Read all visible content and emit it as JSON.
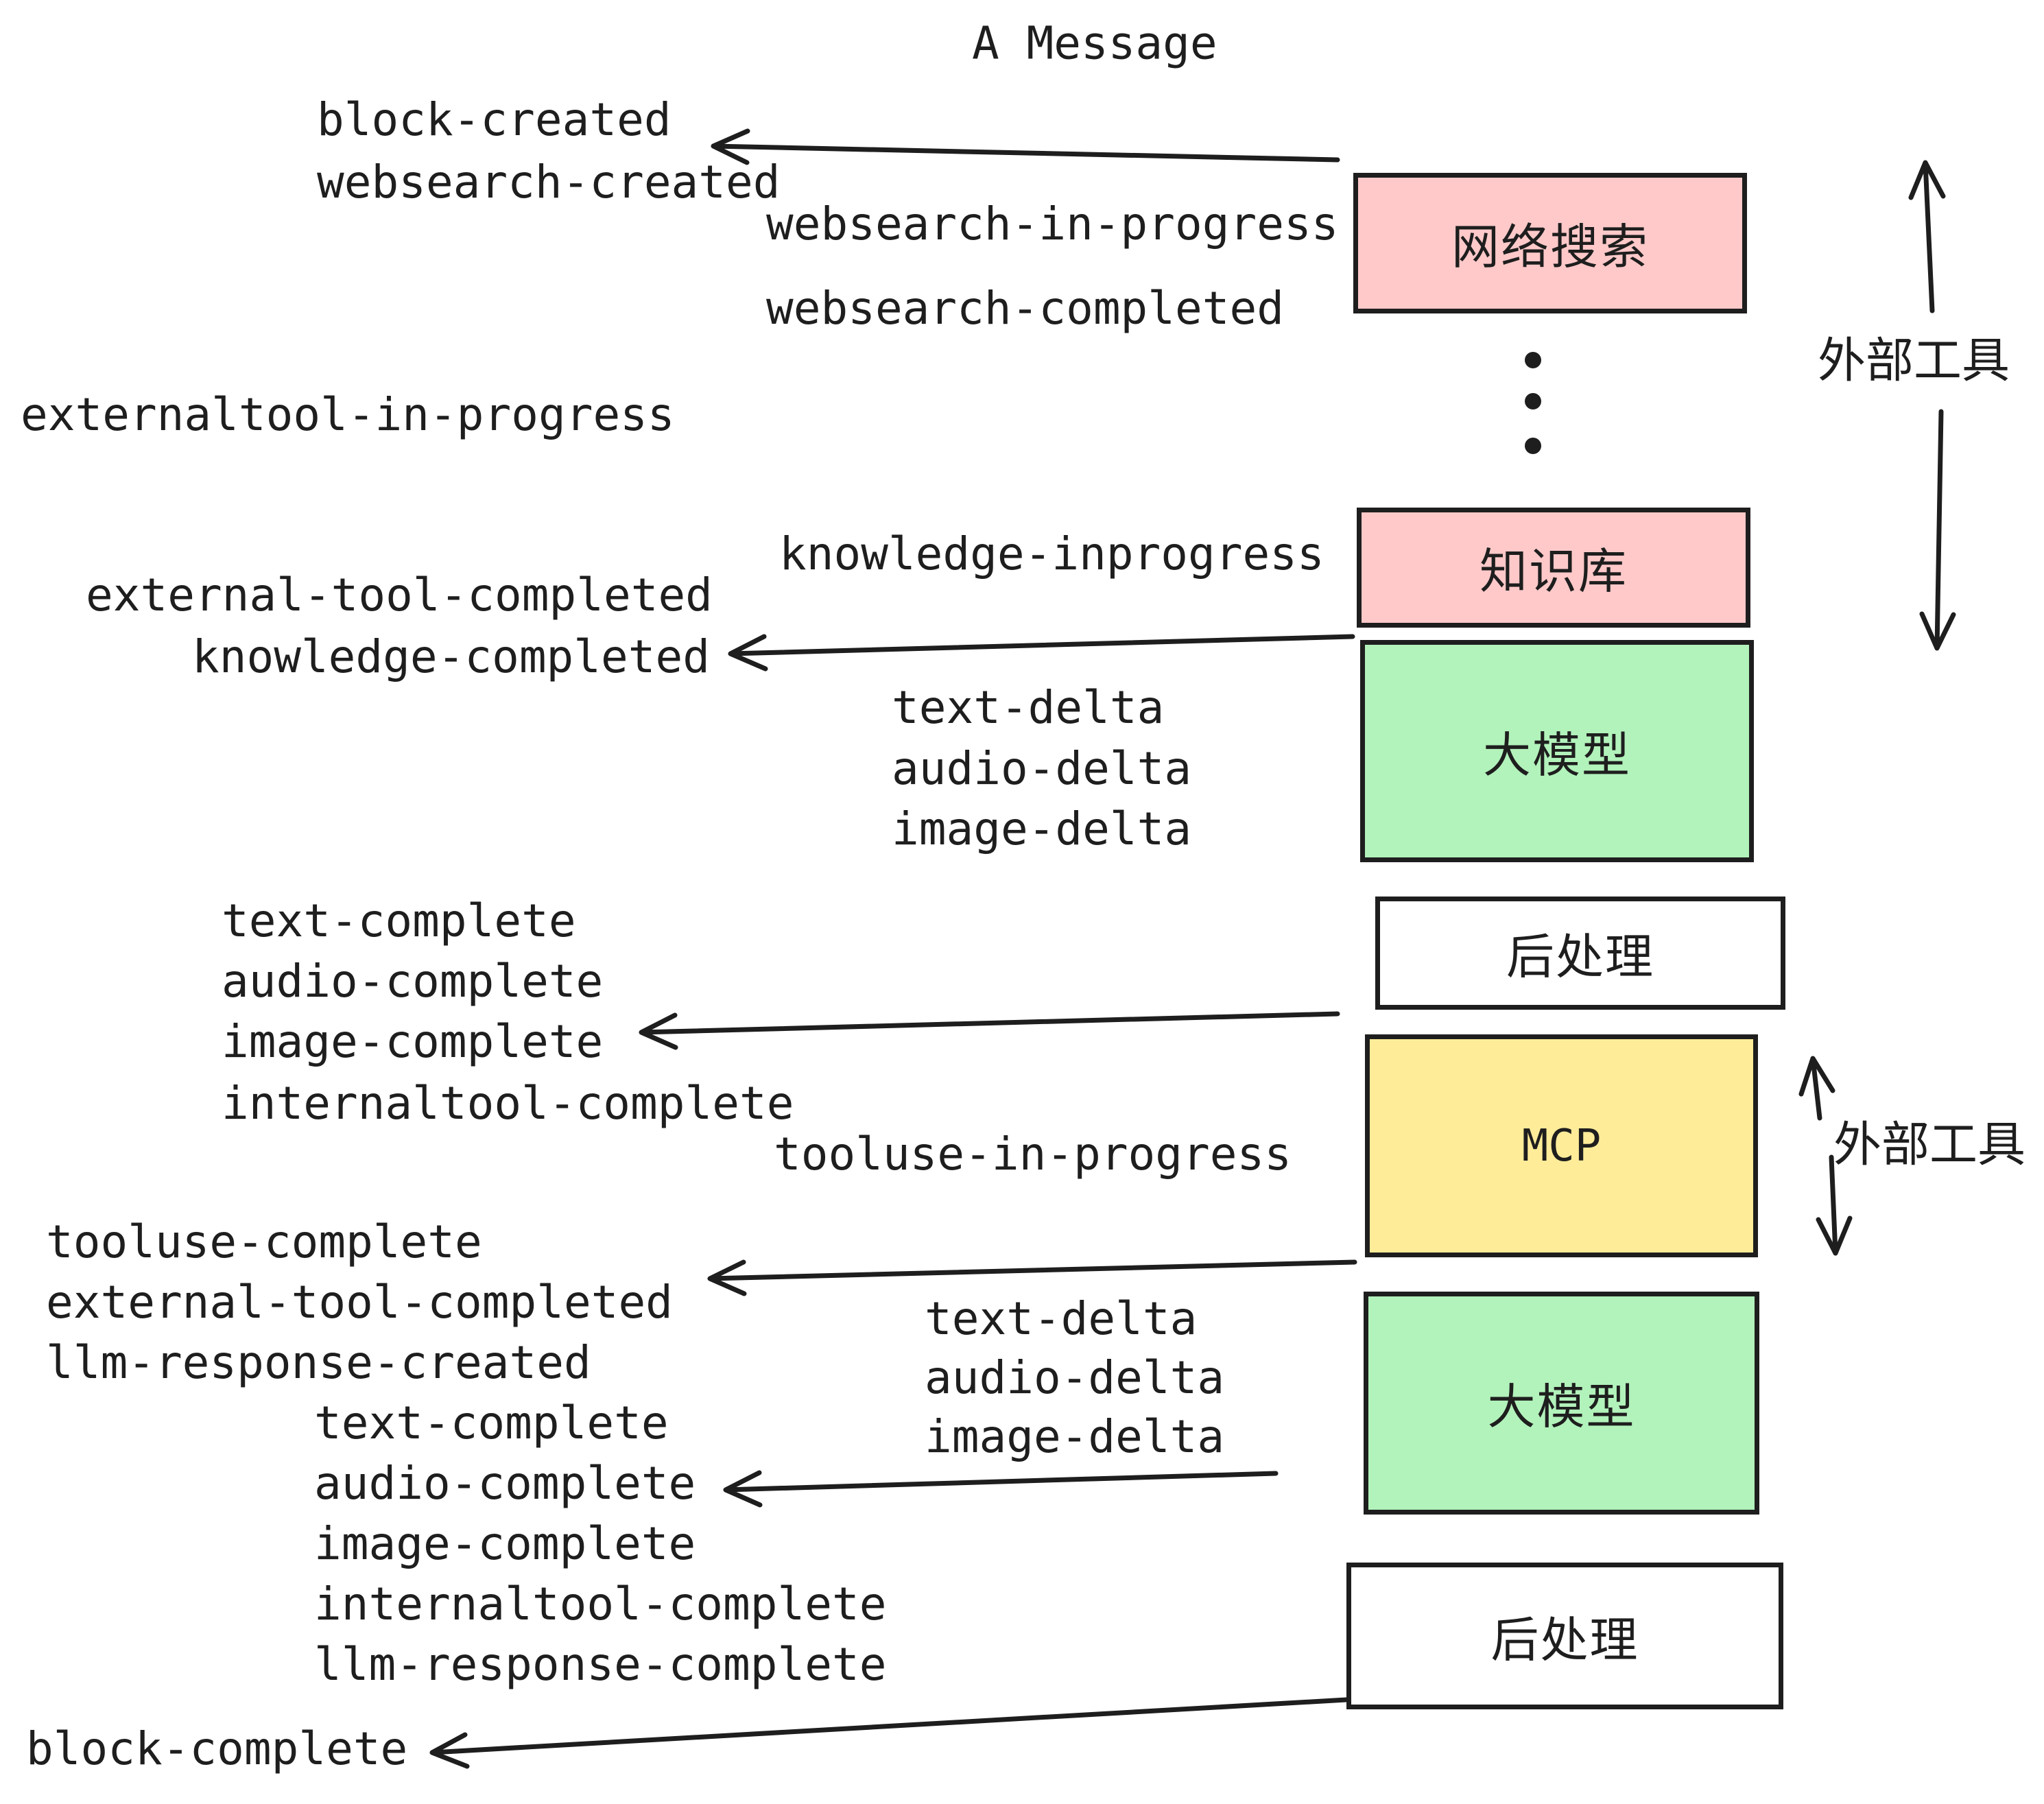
{
  "title": "A Message",
  "events": [
    "block-created",
    "websearch-created",
    "websearch-in-progress",
    "websearch-completed",
    "externaltool-in-progress",
    "knowledge-inprogress",
    "external-tool-completed",
    "knowledge-completed",
    "text-delta",
    "audio-delta",
    "image-delta",
    "text-complete",
    "audio-complete",
    "image-complete",
    "internaltool-complete",
    "tooluse-in-progress",
    "tooluse-complete",
    "external-tool-completed",
    "llm-response-created",
    "text-delta",
    "audio-delta",
    "image-delta",
    "text-complete",
    "audio-complete",
    "image-complete",
    "internaltool-complete",
    "llm-response-complete",
    "block-complete"
  ],
  "boxes": {
    "websearch": {
      "label": "网络搜索",
      "fill": "#ffc9c9"
    },
    "knowledge": {
      "label": "知识库",
      "fill": "#ffc9c9"
    },
    "llm1": {
      "label": "大模型",
      "fill": "#b2f2bb"
    },
    "post1": {
      "label": "后处理",
      "fill": "#ffffff"
    },
    "mcp": {
      "label": "MCP",
      "fill": "#ffec99"
    },
    "llm2": {
      "label": "大模型",
      "fill": "#b2f2bb"
    },
    "post2": {
      "label": "后处理",
      "fill": "#ffffff"
    }
  },
  "annotations": {
    "external_tools_top": "外部工具",
    "external_tools_bottom": "外部工具"
  },
  "colors": {
    "ink": "#1e1e1e",
    "pink": "#ffc9c9",
    "green": "#b2f2bb",
    "yellow": "#ffec99",
    "background": "#ffffff"
  }
}
